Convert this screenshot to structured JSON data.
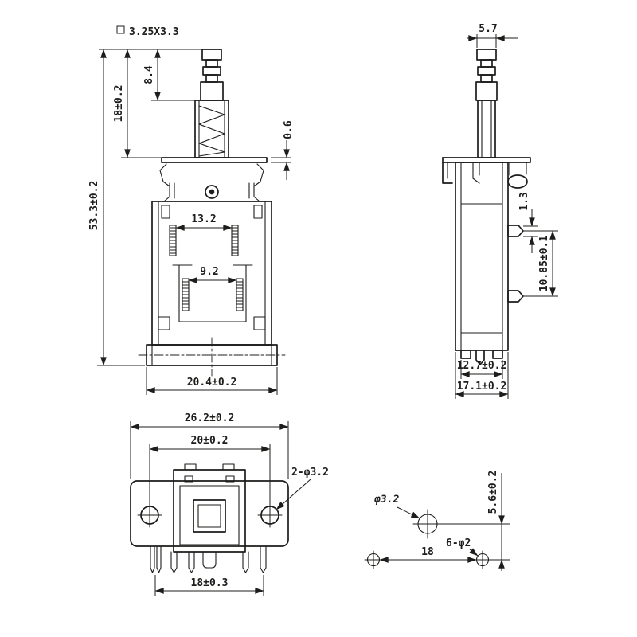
{
  "colors": {
    "ink": "#1d1d1b",
    "background": "#ffffff"
  },
  "front_view": {
    "square_section_note": "3.25X3.3",
    "plunger_height": "8.4",
    "upper_height": "18±0.2",
    "total_height": "53.3±0.2",
    "plate_thickness": "0.6",
    "contact_gap_top": "13.2",
    "contact_gap_mid": "9.2",
    "base_width": "20.4±0.2"
  },
  "side_view": {
    "plunger_width": "5.7",
    "terminal_thickness": "1.3",
    "terminal_spacing": "10.85±0.1",
    "inner_width": "12.7±0.2",
    "outer_width": "17.1±0.2"
  },
  "bottom_view": {
    "plate_width": "26.2±0.2",
    "hole_spacing": "20±0.2",
    "mount_holes_note": "2-φ3.2",
    "pin_span": "18±0.3"
  },
  "pin_layout": {
    "mount_hole_dia": "φ3.2",
    "row_offset": "5.6±0.2",
    "pin_spacing": "18",
    "pin_holes_note": "6-φ2"
  }
}
